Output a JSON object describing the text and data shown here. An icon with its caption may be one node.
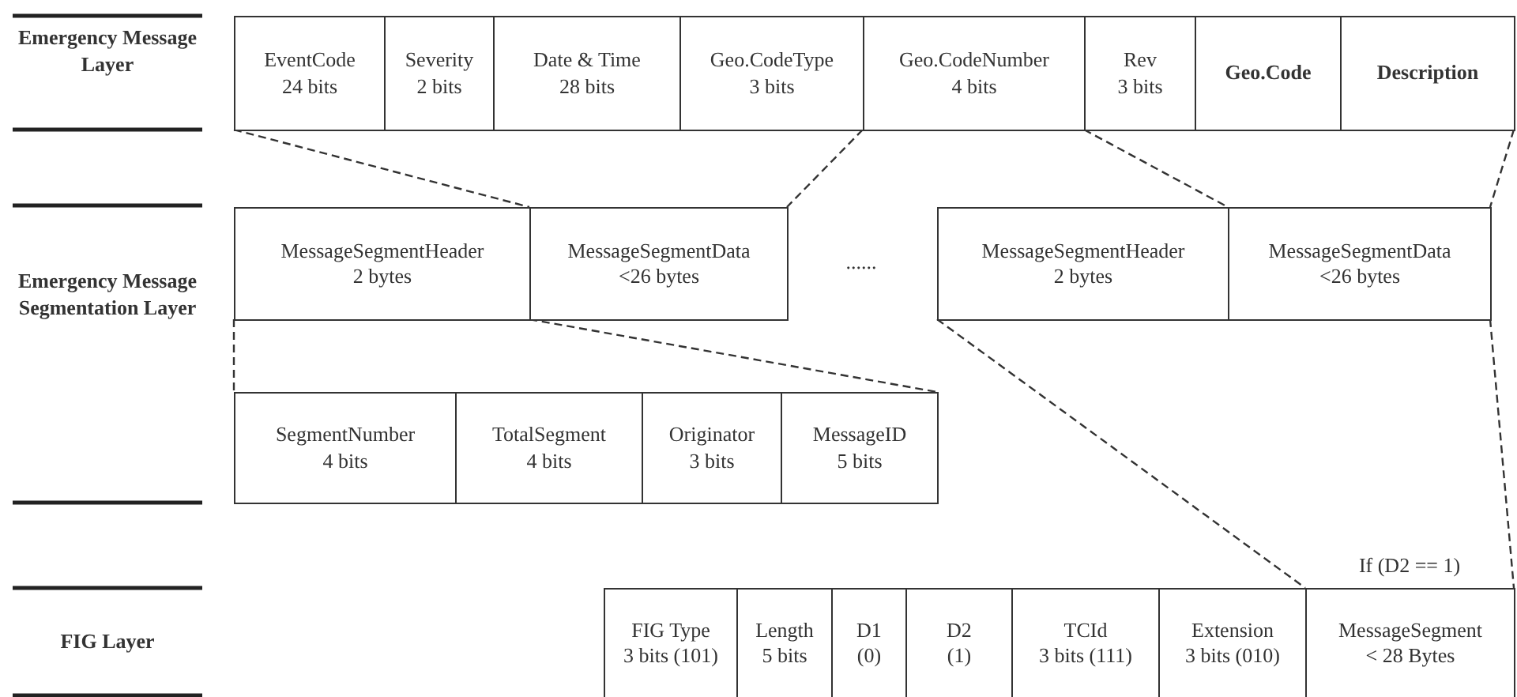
{
  "diagram": {
    "nodes": [
      {
        "text": [
          "EventCode",
          "24 bits"
        ]
      },
      {
        "text": [
          "Severity",
          "2 bits"
        ]
      },
      {
        "text": [
          "Date & Time",
          "28 bits"
        ]
      },
      {
        "text": [
          "Geo.CodeType",
          "3 bits"
        ]
      },
      {
        "text": [
          "Geo.CodeNumber",
          "4 bits"
        ]
      },
      {
        "text": [
          "Rev",
          "3 bits"
        ]
      },
      {
        "text": [
          "Geo.Code"
        ]
      },
      {
        "text": [
          "Description"
        ]
      },
      {
        "text": [
          "MessageSegmentHeader",
          "2 bytes"
        ]
      },
      {
        "text": [
          "MessageSegmentData",
          "<26 bytes"
        ]
      },
      {
        "text": [
          "MessageSegmentHeader",
          "2 bytes"
        ]
      },
      {
        "text": [
          "MessageSegmentData",
          "<26 bytes"
        ]
      },
      {
        "text": [
          "SegmentNumber",
          "4 bits"
        ]
      },
      {
        "text": [
          "TotalSegment",
          "4 bits"
        ]
      },
      {
        "text": [
          "Originator",
          "3 bits"
        ]
      },
      {
        "text": [
          "MessageID",
          "5 bits"
        ]
      },
      {
        "text": [
          "FIG Type",
          "3 bits (101)"
        ]
      },
      {
        "text": [
          "Length",
          "5 bits"
        ]
      },
      {
        "text": [
          "D1",
          "(0)"
        ]
      },
      {
        "text": [
          "D2",
          "(1)"
        ]
      },
      {
        "text": [
          "TCId",
          "3 bits (111)"
        ]
      },
      {
        "text": [
          "Extension",
          "3 bits (010)"
        ]
      },
      {
        "text": [
          "MessageSegment",
          "< 28 Bytes"
        ],
        "beside": [
          "If (D2 == 1)"
        ]
      }
    ],
    "edges": [
      {
        "from": 0,
        "to": 9,
        "arrow": "none",
        "style": "dashed"
      },
      {
        "from": 4,
        "to": 9,
        "arrow": "none",
        "style": "dashed"
      },
      {
        "from": 5,
        "to": 11,
        "arrow": "none",
        "style": "dashed"
      },
      {
        "from": 7,
        "to": 11,
        "arrow": "none",
        "style": "dashed"
      },
      {
        "from": 8,
        "to": 12,
        "arrow": "none",
        "style": "dashed"
      },
      {
        "from": 8,
        "to": 15,
        "arrow": "none",
        "style": "dashed"
      },
      {
        "from": 10,
        "to": 22,
        "arrow": "none",
        "style": "dashed"
      },
      {
        "from": 11,
        "to": 22,
        "arrow": "none",
        "style": "dashed"
      }
    ],
    "labels": [
      "Emergency Message Layer",
      "Emergency Message Segmentation Layer",
      "......",
      "FIG Layer"
    ]
  }
}
